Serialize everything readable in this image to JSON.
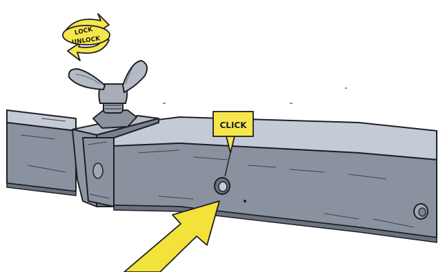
{
  "labels": {
    "lock": "LOCK",
    "unlock": "UNLOCK",
    "click": "CLICK"
  },
  "colors": {
    "background": "#ffffff",
    "metal_top": "#c5cbd6",
    "metal_side": "#8b929f",
    "metal_dark": "#5e6471",
    "outline": "#1d1f24",
    "wingnut": "#9aa1ad",
    "highlight_yellow": "#f6e64b",
    "arrow_yellow": "#f3e23a"
  },
  "icons": {
    "rotate_arrows": "lock-unlock-rotation-icon",
    "pointer_arrow": "pointer-arrow-icon",
    "wing_nut": "wing-nut-icon",
    "push_button": "spring-button-icon"
  }
}
